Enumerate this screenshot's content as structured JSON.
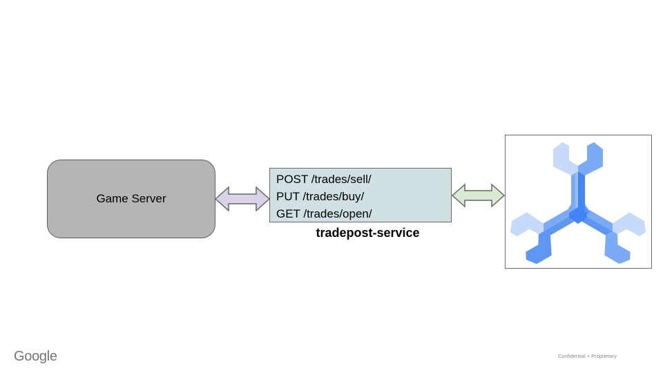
{
  "nodes": {
    "game_server": {
      "label": "Game Server",
      "fill": "#b5b5b5"
    },
    "service": {
      "endpoints": [
        "POST /trades/sell/",
        "PUT /trades/buy/",
        "GET /trades/open/"
      ],
      "caption": "tradepost-service",
      "fill": "#d0e0e3"
    },
    "spanner": {
      "icon": "cloud-spanner-logo",
      "colors": {
        "light": "#c6dafc",
        "mid": "#7baaf7",
        "mid_dark": "#5e97f3",
        "dark": "#4285f4"
      }
    }
  },
  "connectors": {
    "left_arrow": {
      "fill": "#d9d2e9",
      "stroke": "#666666"
    },
    "right_arrow": {
      "fill": "#d9ead3",
      "stroke": "#666666"
    }
  },
  "footer": {
    "brand": "Google",
    "note": "Confidential + Proprietary"
  }
}
